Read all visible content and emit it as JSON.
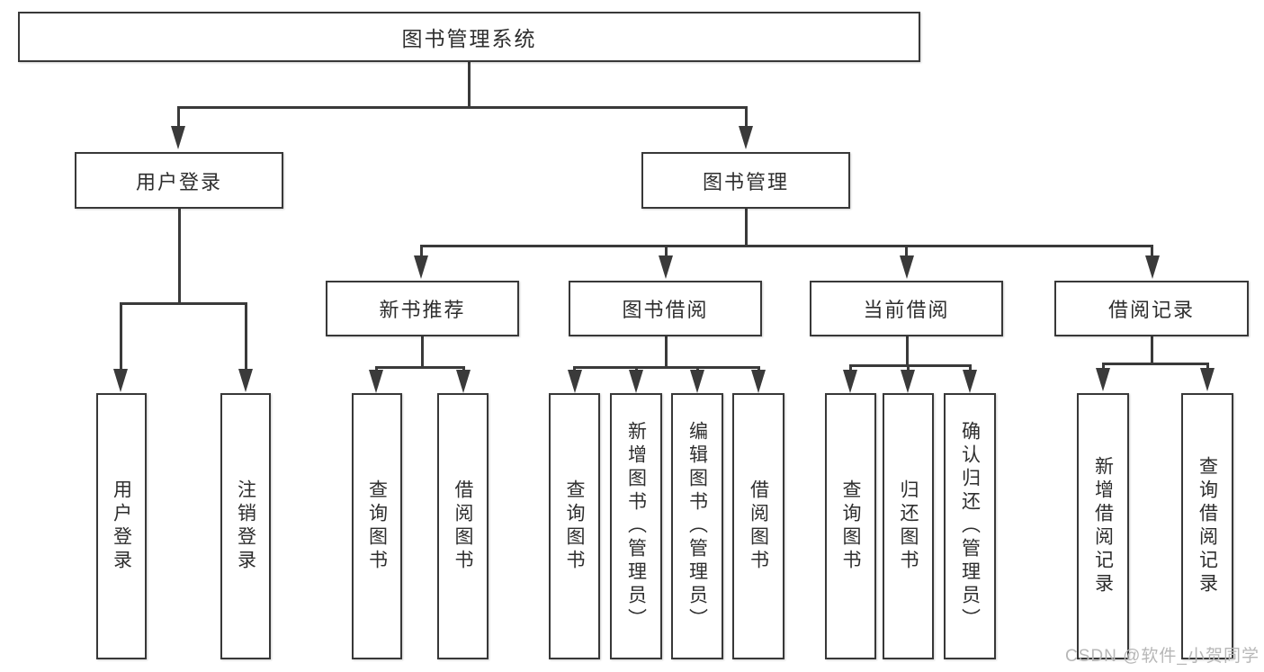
{
  "diagram_title": "图书管理系统",
  "tree": {
    "root": {
      "label": "图书管理系统",
      "children": [
        {
          "label": "用户登录",
          "children": [
            {
              "label": "用户登录"
            },
            {
              "label": "注销登录"
            }
          ]
        },
        {
          "label": "图书管理",
          "children": [
            {
              "label": "新书推荐",
              "children": [
                {
                  "label": "查询图书"
                },
                {
                  "label": "借阅图书"
                }
              ]
            },
            {
              "label": "图书借阅",
              "children": [
                {
                  "label": "查询图书"
                },
                {
                  "label": "新增图书（管理员）"
                },
                {
                  "label": "编辑图书（管理员）"
                },
                {
                  "label": "借阅图书"
                }
              ]
            },
            {
              "label": "当前借阅",
              "children": [
                {
                  "label": "查询图书"
                },
                {
                  "label": "归还图书"
                },
                {
                  "label": "确认归还（管理员）"
                }
              ]
            },
            {
              "label": "借阅记录",
              "children": [
                {
                  "label": "新增借阅记录"
                },
                {
                  "label": "查询借阅记录"
                }
              ]
            }
          ]
        }
      ]
    }
  },
  "watermark": {
    "text": "CSDN @软件_小贺同学"
  },
  "colors": {
    "line": "#3a3a3a",
    "box_border": "#383838",
    "text": "#2e2e2e",
    "watermark": "#b7b7b7",
    "background": "#ffffff"
  }
}
